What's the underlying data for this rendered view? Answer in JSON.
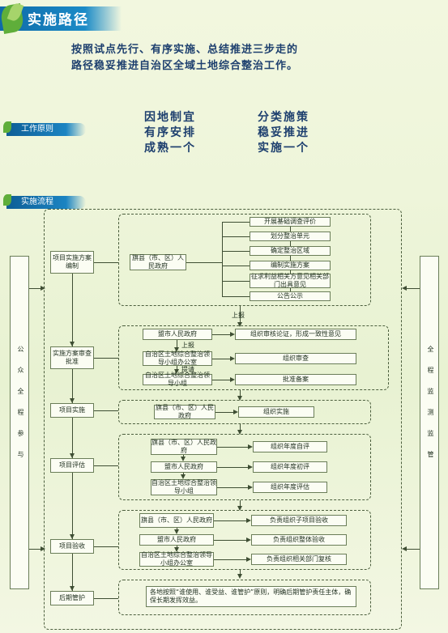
{
  "header": {
    "title": "实施路径"
  },
  "intro": {
    "line1": "按照试点先行、有序实施、总结推进三步走的",
    "line2": "路径稳妥推进自治区全域土地综合整治工作。"
  },
  "principles": {
    "tag": "工作原则",
    "items": [
      "因地制宜",
      "分类施策",
      "有序安排",
      "稳妥推进",
      "成熟一个",
      "实施一个"
    ]
  },
  "process": {
    "tag": "实施流程",
    "left_side": "公众全程参与",
    "right_side": "全程监测监管",
    "stages": [
      "项目实施方案编制",
      "实施方案审查批准",
      "项目实施",
      "项目评估",
      "项目验收",
      "后期管护"
    ],
    "stage1": {
      "agency": "旗县（市、区）人民政府",
      "steps": [
        "开展基础调查评价",
        "划分整治单元",
        "确定整治区域",
        "编制实施方案",
        "征求利益相关方意见相关部门出具意见",
        "公告公示"
      ],
      "up_label": "上报"
    },
    "stage2": {
      "rows": [
        {
          "agency": "盟市人民政府",
          "action": "组织审核论证，形成一致性意见"
        },
        {
          "agency": "自治区土地综合整治领导小组办公室",
          "action": "组织审查"
        },
        {
          "agency": "自治区土地综合整治领导小组",
          "action": "批准备案"
        }
      ],
      "label_up": "上报",
      "label_submit": "提请"
    },
    "stage3": {
      "agency": "旗县（市、区）人民政府",
      "action": "组织实施"
    },
    "stage4": {
      "rows": [
        {
          "agency": "旗县（市、区）人民政府",
          "action": "组织年度自评"
        },
        {
          "agency": "盟市人民政府",
          "action": "组织年度初评"
        },
        {
          "agency": "自治区土地综合整治领导小组",
          "action": "组织年度评估"
        }
      ]
    },
    "stage5": {
      "rows": [
        {
          "agency": "旗县（市、区）人民政府",
          "action": "负责组织子项目验收"
        },
        {
          "agency": "盟市人民政府",
          "action": "负责组织整体验收"
        },
        {
          "agency": "自治区土地综合整治领导小组办公室",
          "action": "负责组织相关部门复核"
        }
      ]
    },
    "stage6": {
      "text": "各地按照“谁使用、谁受益、谁管护”原则，明确后期管护责任主体，确保长期发挥效益。"
    }
  }
}
